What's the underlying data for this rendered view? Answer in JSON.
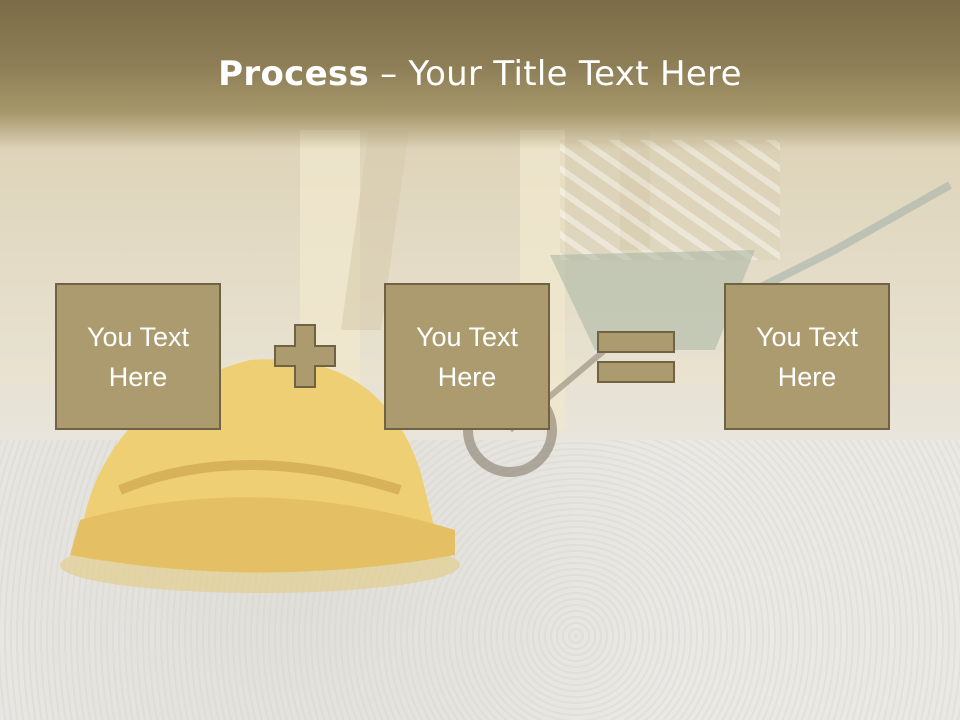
{
  "slide": {
    "title_bold": "Process",
    "title_rest": " – Your Title Text Here",
    "boxes": [
      {
        "text": "You Text\nHere"
      },
      {
        "text": "You Text\nHere"
      },
      {
        "text": "You Text\nHere"
      }
    ],
    "operators": [
      "plus",
      "equals"
    ]
  },
  "colors": {
    "header": "#8e7f57",
    "box_fill": "#ab9b6f",
    "box_border": "#6f6343",
    "text": "#ffffff"
  }
}
